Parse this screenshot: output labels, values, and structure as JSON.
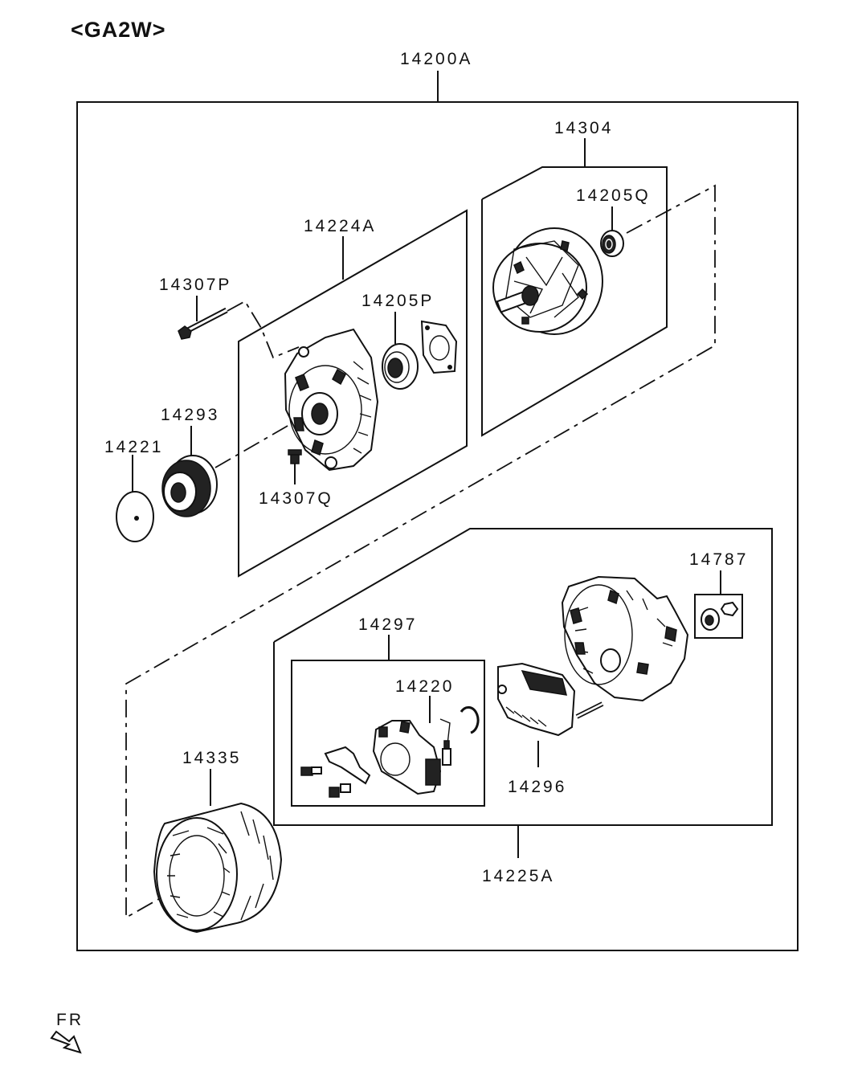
{
  "title": "<GA2W>",
  "direction_label": "FR",
  "parts": {
    "assembly": "14200A",
    "rotor_assy": "14304",
    "rear_bearing": "14205Q",
    "front_bracket_assy": "14224A",
    "front_bearing": "14205P",
    "through_bolt": "14307P",
    "pulley": "14293",
    "pulley_cap": "14221",
    "screw": "14307Q",
    "rear_bracket_assy": "14225A",
    "nut_kit": "14787",
    "brush_holder_assy": "14297",
    "brush": "14220",
    "regulator": "14296",
    "stator": "14335"
  }
}
